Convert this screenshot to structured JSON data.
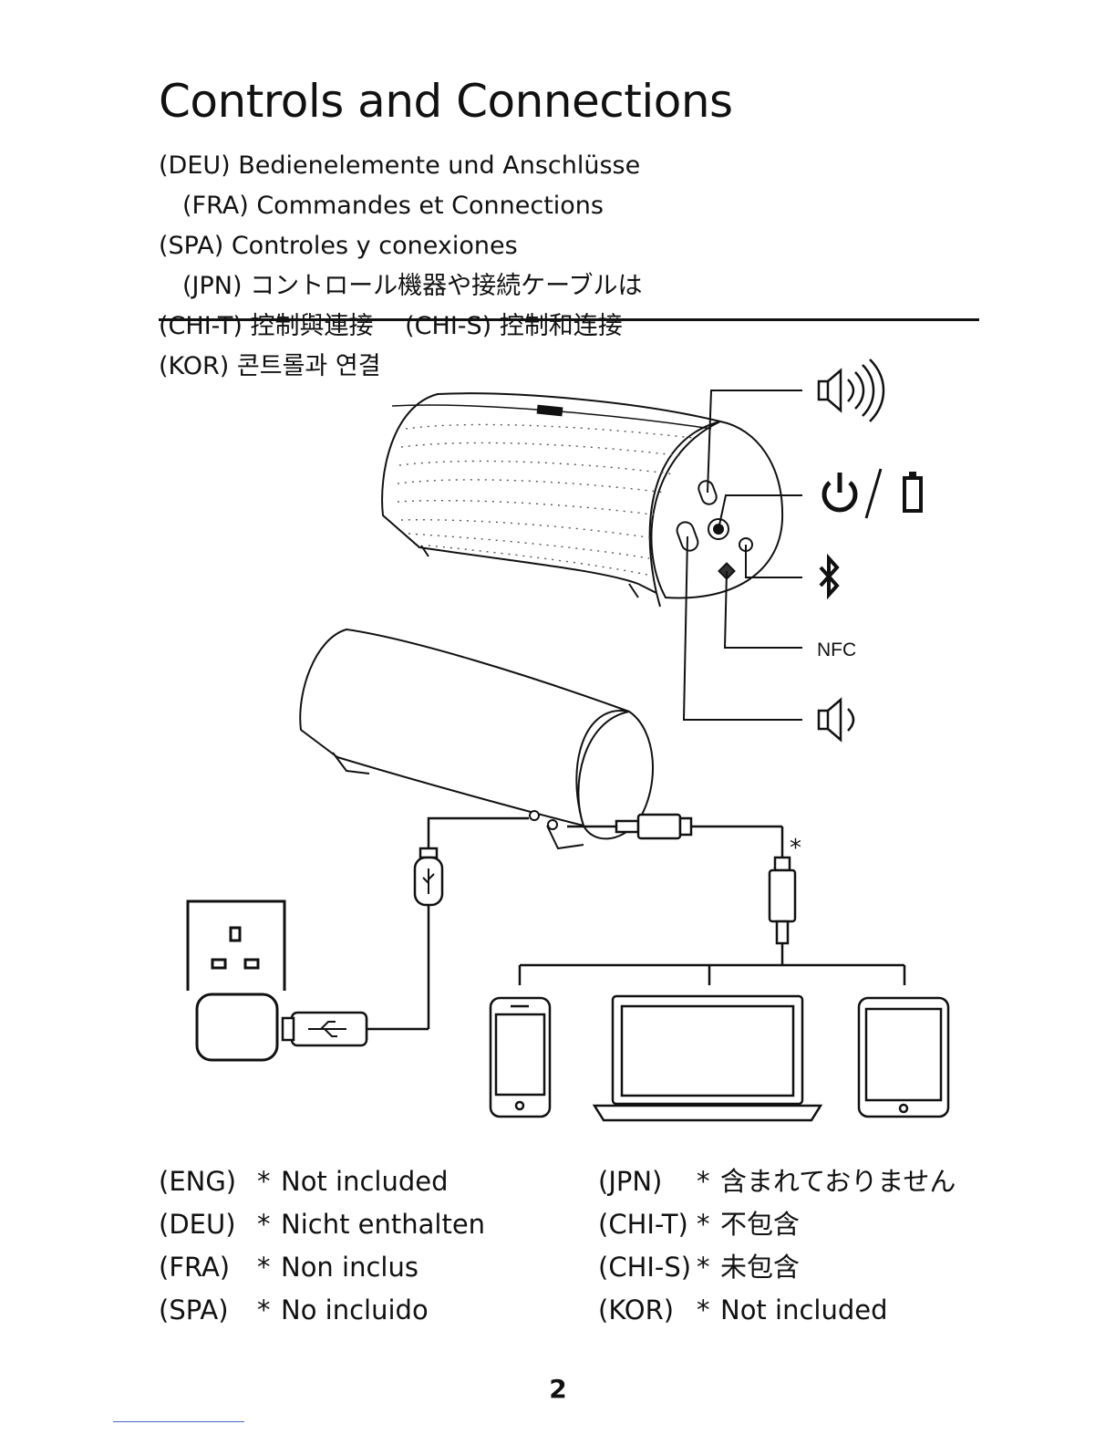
{
  "title": "Controls and Connections",
  "translations": [
    {
      "code": "(DEU)",
      "text": "Bedienelemente und Anschlüsse"
    },
    {
      "code": "(FRA)",
      "text": "Commandes et Connections"
    },
    {
      "code": "(SPA)",
      "text": "Controles y conexiones"
    },
    {
      "code": "(JPN)",
      "text": "コントロール機器や接続ケーブルは"
    },
    {
      "code": "(CHI-T)",
      "text": "控制與連接"
    },
    {
      "code": "(CHI-S)",
      "text": "控制和连接"
    },
    {
      "code": "(KOR)",
      "text": "콘트롤과 연결"
    }
  ],
  "diagram": {
    "nfc_label": "NFC",
    "asterisk": "*"
  },
  "notes_left": [
    {
      "code": "(ENG)",
      "star": "*",
      "text": "Not included"
    },
    {
      "code": "(DEU)",
      "star": "*",
      "text": "Nicht enthalten"
    },
    {
      "code": "(FRA)",
      "star": "*",
      "text": "Non inclus"
    },
    {
      "code": "(SPA)",
      "star": "*",
      "text": "No incluido"
    }
  ],
  "notes_right": [
    {
      "code": "(JPN)",
      "star": "*",
      "text": "含まれておりません"
    },
    {
      "code": "(CHI-T)",
      "star": "*",
      "text": "不包含"
    },
    {
      "code": "(CHI-S)",
      "star": "*",
      "text": "未包含"
    },
    {
      "code": "(KOR)",
      "star": "*",
      "text": "Not included"
    }
  ],
  "page_number": "2"
}
